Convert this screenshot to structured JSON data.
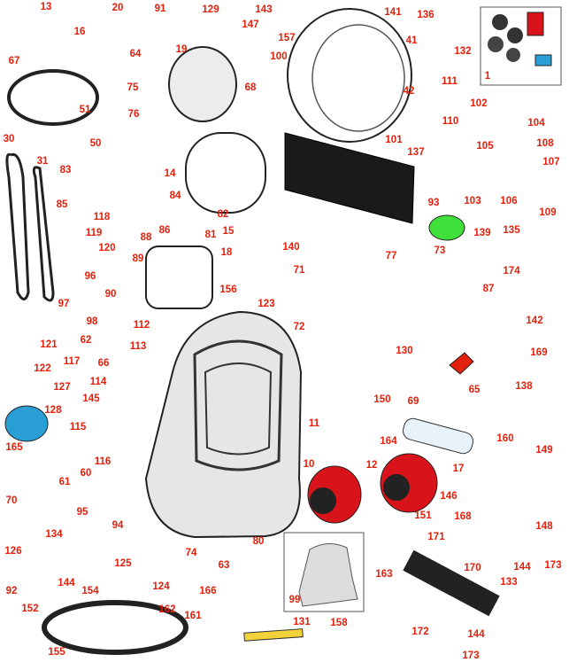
{
  "diagram": {
    "title": "Tractor spare parts overview",
    "colors": {
      "callout": "#e3200c",
      "leader": "#f08a80",
      "part_dark": "#222222",
      "part_grey": "#d9d9d9",
      "filter_red": "#d8141a",
      "accent_blue": "#2a9fd6",
      "accent_green": "#3fe03a"
    },
    "callouts": [
      "13",
      "16",
      "20",
      "91",
      "129",
      "143",
      "147",
      "157",
      "141",
      "136",
      "41",
      "132",
      "1",
      "67",
      "64",
      "19",
      "100",
      "68",
      "42",
      "111",
      "75",
      "76",
      "51",
      "102",
      "104",
      "110",
      "30",
      "50",
      "101",
      "105",
      "108",
      "137",
      "31",
      "83",
      "14",
      "107",
      "84",
      "103",
      "106",
      "109",
      "85",
      "93",
      "82",
      "118",
      "86",
      "15",
      "81",
      "119",
      "88",
      "140",
      "73",
      "139",
      "135",
      "120",
      "18",
      "89",
      "77",
      "174",
      "71",
      "96",
      "90",
      "156",
      "87",
      "97",
      "123",
      "98",
      "112",
      "72",
      "142",
      "62",
      "113",
      "121",
      "130",
      "169",
      "117",
      "66",
      "122",
      "114",
      "127",
      "138",
      "65",
      "145",
      "150",
      "69",
      "128",
      "11",
      "115",
      "164",
      "149",
      "165",
      "116",
      "160",
      "17",
      "60",
      "10",
      "12",
      "61",
      "146",
      "70",
      "95",
      "151",
      "168",
      "94",
      "148",
      "134",
      "80",
      "171",
      "74",
      "126",
      "125",
      "170",
      "173",
      "144",
      "63",
      "144",
      "154",
      "124",
      "166",
      "133",
      "92",
      "163",
      "99",
      "162",
      "152",
      "161",
      "131",
      "158",
      "172",
      "144",
      "155",
      "173"
    ]
  }
}
